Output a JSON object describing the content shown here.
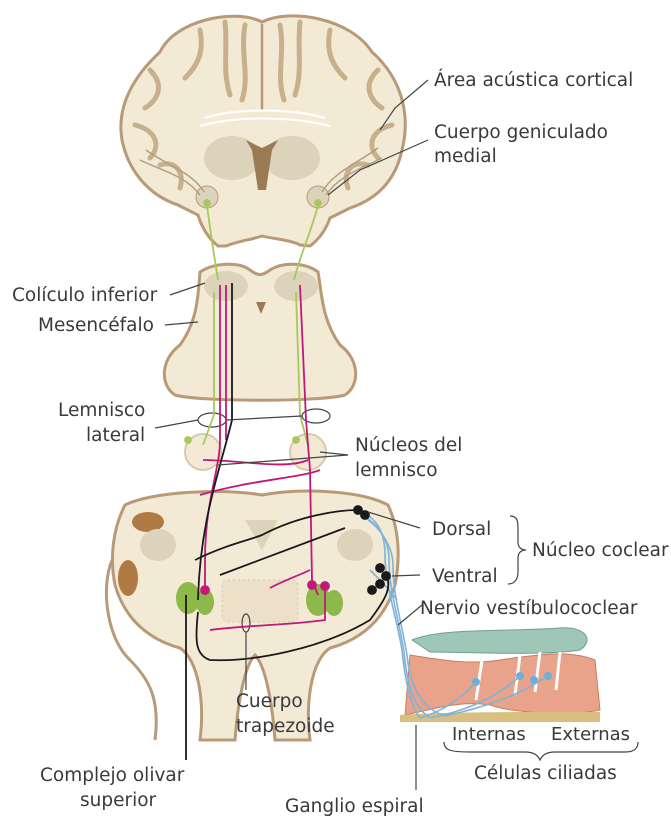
{
  "labels": {
    "area_acustica": "Área acústica cortical",
    "cuerpo_geniculado_1": "Cuerpo geniculado",
    "cuerpo_geniculado_2": "medial",
    "coliculo": "Colículo inferior",
    "mesencefalo": "Mesencéfalo",
    "lemnisco_1": "Lemnisco",
    "lemnisco_2": "lateral",
    "nucleos_1": "Núcleos del",
    "nucleos_2": "lemnisco",
    "dorsal": "Dorsal",
    "ventral": "Ventral",
    "nucleo_coclear": "Núcleo coclear",
    "nervio": "Nervio vestíbulococlear",
    "cuerpo_trap_1": "Cuerpo",
    "cuerpo_trap_2": "trapezoide",
    "internas": "Internas",
    "externas": "Externas",
    "celulas": "Células ciliadas",
    "complejo_1": "Complejo olivar",
    "complejo_2": "superior",
    "ganglio": "Ganglio espiral"
  },
  "colors": {
    "tissue": "#f3ead6",
    "tissue_edge": "#b89a78",
    "gray_matter": "#ddd3ba",
    "ventricle": "#9b7a55",
    "olive": "#8db84a",
    "pathway_black": "#1a1a1a",
    "pathway_magenta": "#c2187a",
    "pathway_green": "#a6c95a",
    "nerve_blue": "#7fb3d8",
    "cochlea_pink": "#e9a38a",
    "tectorial": "#9fc7b8"
  }
}
